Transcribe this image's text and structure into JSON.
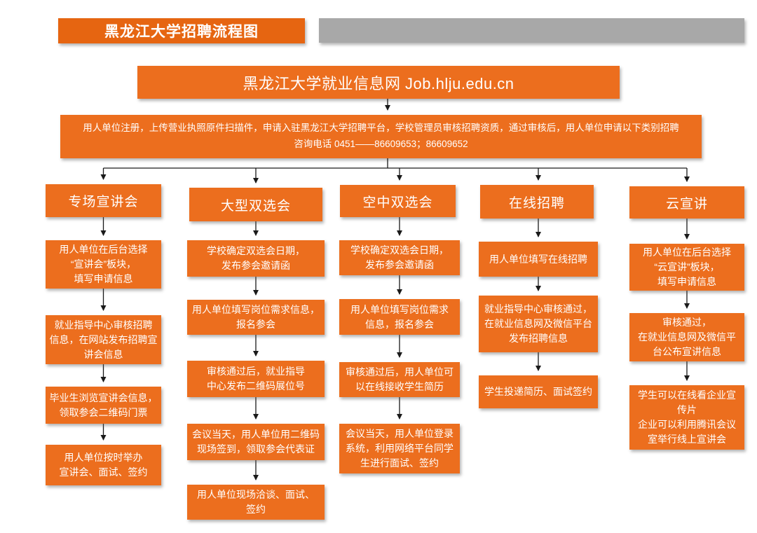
{
  "title_badge": "黑龙江大学招聘流程图",
  "banner": "黑龙江大学就业信息网 Job.hlju.edu.cn",
  "intro": {
    "line1": "用人单位注册，上传营业执照原件扫描件，申请入驻黑龙江大学招聘平台，学校管理员审核招聘资质，通过审核后，用人单位申请以下类别招聘",
    "line2": "咨询电话 0451——86609653；86609652"
  },
  "colors": {
    "badge_orange": "#e66511",
    "box_orange": "#ec6e1e",
    "gray_bar": "#a8a8a8",
    "arrow_black": "#1a1a1a",
    "text_white": "#ffffff"
  },
  "columns": [
    {
      "header": "专场宣讲会",
      "steps": [
        "用人单位在后台选择\n“宣讲会”板块，\n填写申请信息",
        "就业指导中心审核招聘\n信息，在网站发布招聘宣\n讲会信息",
        "毕业生浏览宣讲会信息，\n领取参会二维码门票",
        "用人单位按时举办\n宣讲会、面试、签约"
      ]
    },
    {
      "header": "大型双选会",
      "steps": [
        "学校确定双选会日期，\n发布参会邀请函",
        "用人单位填写岗位需求信息，\n报名参会",
        "审核通过后，就业指导\n中心发布二维码展位号",
        "会议当天，用人单位用二维码\n现场签到，领取参会代表证",
        "用人单位现场洽谈、面试、\n签约"
      ]
    },
    {
      "header": "空中双选会",
      "steps": [
        "学校确定双选会日期，\n发布参会邀请函",
        "用人单位填写岗位需求\n信息，报名参会",
        "审核通过后，用人单位可\n以在线接收学生简历",
        "会议当天，用人单位登录\n系统，利用网络平台同学\n生进行面试、签约"
      ]
    },
    {
      "header": "在线招聘",
      "steps": [
        "用人单位填写在线招聘",
        "就业指导中心审核通过，\n在就业信息网及微信平台\n发布招聘信息",
        "学生投递简历、面试签约"
      ]
    },
    {
      "header": "云宣讲",
      "steps": [
        "用人单位在后台选择\n“云宣讲”板块，\n填写申请信息",
        "审核通过，\n在就业信息网及微信平\n台公布宣讲信息",
        "学生可以在线看企业宣\n传片\n企业可以利用腾讯会议\n室举行线上宣讲会"
      ]
    }
  ]
}
